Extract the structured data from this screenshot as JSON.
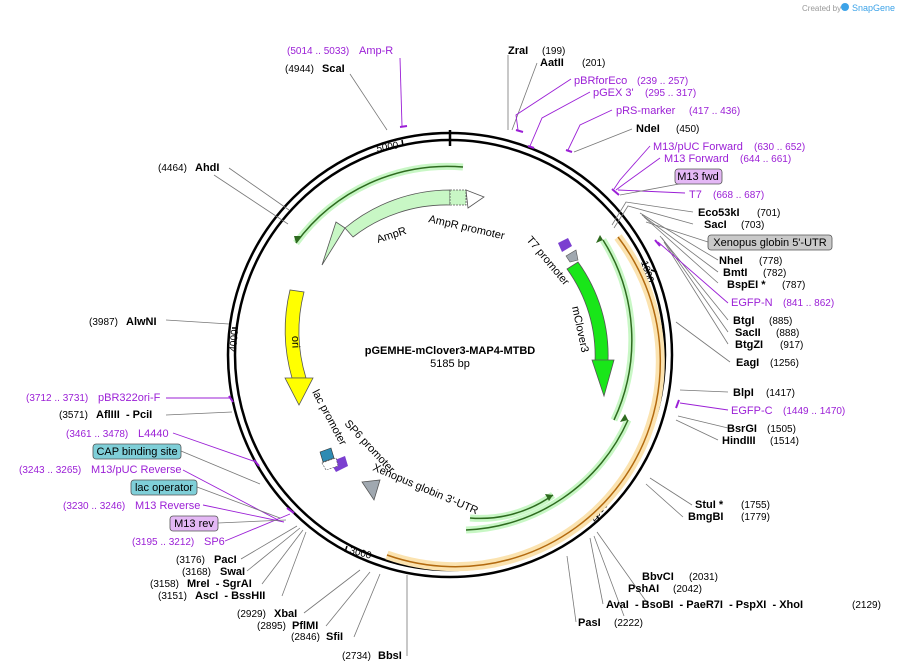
{
  "credit": {
    "text": "Created by",
    "brand": "SnapGene"
  },
  "plasmid": {
    "name": "pGEMHE-mClover3-MAP4-MTBD",
    "length": "5185 bp"
  },
  "ticks": [
    "1000",
    "2000",
    "3000",
    "4000",
    "5000"
  ],
  "sites": [
    {
      "name": "ZraI",
      "pos": "(199)"
    },
    {
      "name": "AatII",
      "pos": "(201)"
    },
    {
      "name": "NdeI",
      "pos": "(450)"
    },
    {
      "name": "Eco53kI",
      "pos": "(701)"
    },
    {
      "name": "SacI",
      "pos": "(703)"
    },
    {
      "name": "NheI",
      "pos": "(778)"
    },
    {
      "name": "BmtI",
      "pos": "(782)"
    },
    {
      "name": "BspEI *",
      "pos": "(787)"
    },
    {
      "name": "BtgI",
      "pos": "(885)"
    },
    {
      "name": "SacII",
      "pos": "(888)"
    },
    {
      "name": "BtgZI",
      "pos": "(917)"
    },
    {
      "name": "EagI",
      "pos": "(1256)"
    },
    {
      "name": "BlpI",
      "pos": "(1417)"
    },
    {
      "name": "BsrGI",
      "pos": "(1505)"
    },
    {
      "name": "HindIII",
      "pos": "(1514)"
    },
    {
      "name": "StuI *",
      "pos": "(1755)"
    },
    {
      "name": "BmgBI",
      "pos": "(1779)"
    },
    {
      "name": "BbvCI",
      "pos": "(2031)"
    },
    {
      "name": "PshAI",
      "pos": "(2042)"
    },
    {
      "name": "AvaI  - BsoBI  - PaeR7I  - PspXI  - XhoI",
      "pos": "(2129)"
    },
    {
      "name": "PasI",
      "pos": "(2222)"
    },
    {
      "name": "BbsI",
      "pos": "(2734)"
    },
    {
      "name": "SfiI",
      "pos": "(2846)"
    },
    {
      "name": "PflMI",
      "pos": "(2895)"
    },
    {
      "name": "XbaI",
      "pos": "(2929)"
    },
    {
      "name": "AscI  - BssHII",
      "pos": "(3151)"
    },
    {
      "name": "MreI  - SgrAI",
      "pos": "(3158)"
    },
    {
      "name": "SwaI",
      "pos": "(3168)"
    },
    {
      "name": "PacI",
      "pos": "(3176)"
    },
    {
      "name": "AflIII  - PciI",
      "pos": "(3571)"
    },
    {
      "name": "AlwNI",
      "pos": "(3987)"
    },
    {
      "name": "AhdI",
      "pos": "(4464)"
    },
    {
      "name": "ScaI",
      "pos": "(4944)"
    }
  ],
  "primers": [
    {
      "name": "Amp-R",
      "pos": "(5014 .. 5033)"
    },
    {
      "name": "pBRforEco",
      "pos": "(239 .. 257)"
    },
    {
      "name": "pGEX 3'",
      "pos": "(295 .. 317)"
    },
    {
      "name": "pRS-marker",
      "pos": "(417 .. 436)"
    },
    {
      "name": "M13/pUC Forward",
      "pos": "(630 .. 652)"
    },
    {
      "name": "M13 Forward",
      "pos": "(644 .. 661)"
    },
    {
      "name": "T7",
      "pos": "(668 .. 687)"
    },
    {
      "name": "EGFP-N",
      "pos": "(841 .. 862)"
    },
    {
      "name": "EGFP-C",
      "pos": "(1449 .. 1470)"
    },
    {
      "name": "pBR322ori-F",
      "pos": "(3712 .. 3731)"
    },
    {
      "name": "L4440",
      "pos": "(3461 .. 3478)"
    },
    {
      "name": "M13/pUC Reverse",
      "pos": "(3243 .. 3265)"
    },
    {
      "name": "M13 Reverse",
      "pos": "(3230 .. 3246)"
    },
    {
      "name": "SP6",
      "pos": "(3195 .. 3212)"
    }
  ],
  "boxes": [
    "M13 fwd",
    "Xenopus globin 5'-UTR",
    "CAP binding site",
    "lac operator",
    "M13 rev"
  ],
  "features": [
    "AmpR promoter",
    "AmpR",
    "ori",
    "T7 promoter",
    "mClover3",
    "lac promoter",
    "SP6 promoter",
    "Xenopus globin 3'-UTR"
  ],
  "colors": {
    "primer": "#9b1fd6",
    "restriction": "#000000",
    "orf_light": "#c8f7c5",
    "orf_bright": "#19e619",
    "ori": "#ffff00",
    "utr": "#f3b45a",
    "promoter": "#ffffff",
    "misc": "#a0a8b0",
    "box_misc": "#7fcfd8",
    "box_primer": "#e4b8f5"
  }
}
